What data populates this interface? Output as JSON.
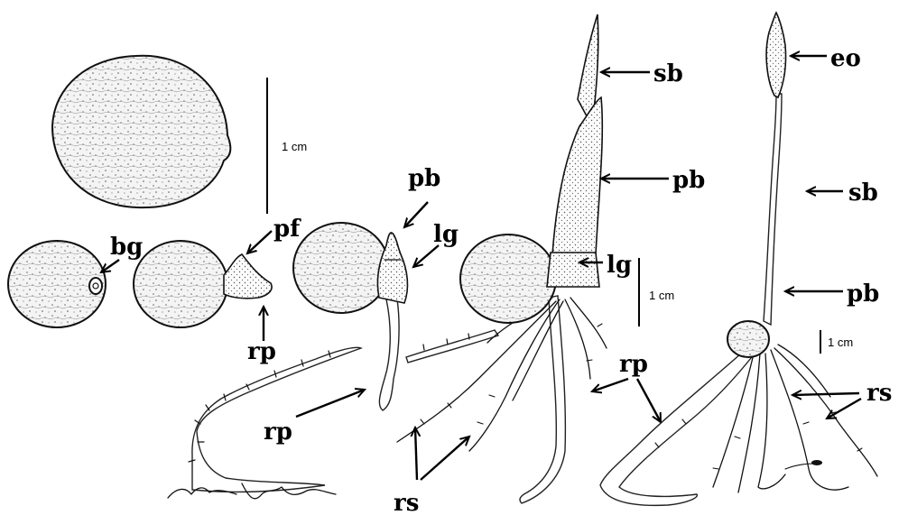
{
  "labels": {
    "bg": "bg",
    "pf": "pf",
    "rp_stage2": "rp",
    "pb_stage3": "pb",
    "lg_stage3": "lg",
    "rp_stage3": "rp",
    "rs_stage4": "rs",
    "sb_stage4": "sb",
    "pb_stage4": "pb",
    "lg_stage4": "lg",
    "rp_stage4": "rp",
    "eo": "eo",
    "sb_stage5": "sb",
    "pb_stage5": "pb",
    "rs_stage5": "rs"
  },
  "scale_bars": {
    "seed": "1 cm",
    "stage4": "1 cm",
    "stage5": "1 cm"
  },
  "colors": {
    "ink": "#111111",
    "paper": "#ffffff"
  }
}
